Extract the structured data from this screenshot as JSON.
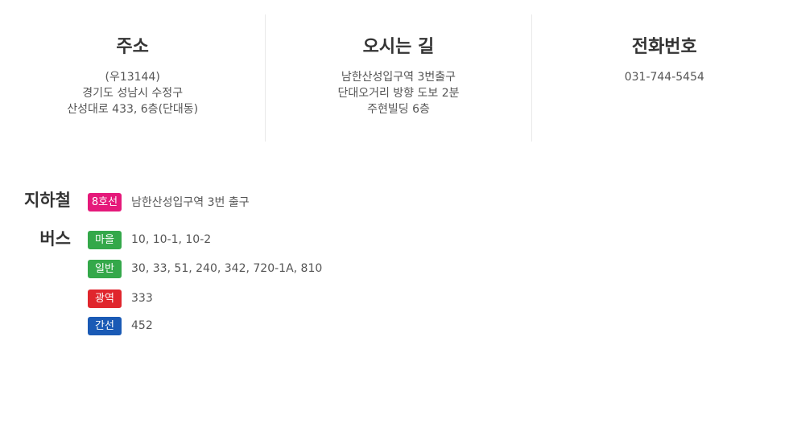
{
  "address": {
    "title": "주소",
    "lines": [
      "(우13144)",
      "경기도 성남시 수정구",
      "산성대로 433, 6층(단대동)"
    ]
  },
  "directions": {
    "title": "오시는 길",
    "lines": [
      "남한산성입구역 3번출구",
      "단대오거리 방향 도보 2분",
      "주현빌딩 6층"
    ]
  },
  "phone": {
    "title": "전화번호",
    "number": "031-744-5454"
  },
  "subway": {
    "label": "지하철",
    "badge": "8호선",
    "badge_color": "#e5197a",
    "text": "남한산성입구역 3번 출구"
  },
  "bus": {
    "label": "버스",
    "items": [
      {
        "badge": "마을",
        "badge_color": "#34a84a",
        "routes": "10, 10-1, 10-2"
      },
      {
        "badge": "일반",
        "badge_color": "#34a84a",
        "routes": "30, 33, 51, 240, 342, 720-1A, 810"
      },
      {
        "badge": "광역",
        "badge_color": "#e0262d",
        "routes": "333"
      },
      {
        "badge": "간선",
        "badge_color": "#1a5ab5",
        "routes": "452"
      }
    ]
  }
}
